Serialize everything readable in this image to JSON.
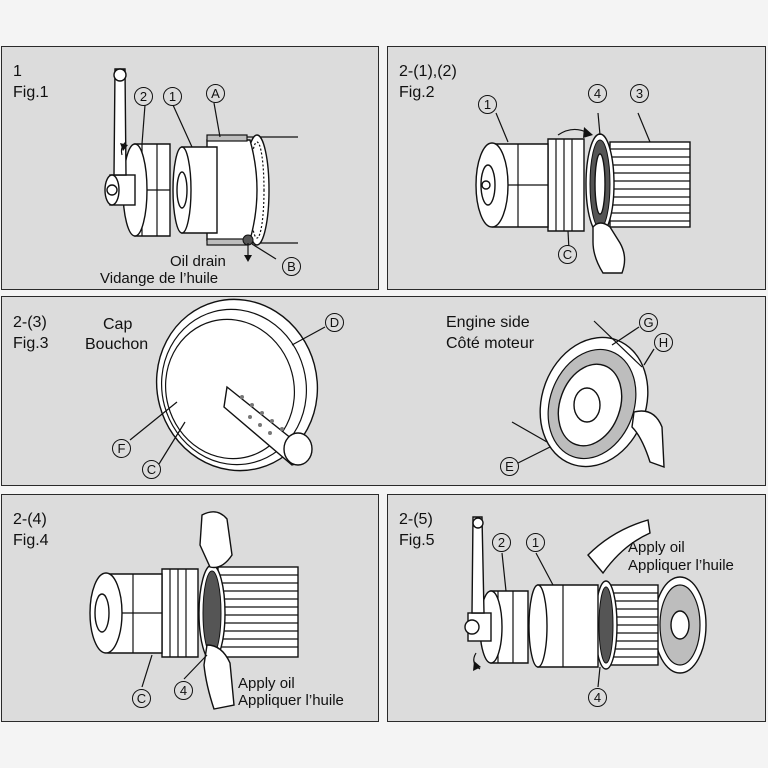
{
  "panels": {
    "p1": {
      "step": "1",
      "fig": "Fig.1",
      "markers": [
        "2",
        "1",
        "A",
        "B"
      ],
      "caption": [
        "Oil drain",
        "Vidange de l’huile"
      ]
    },
    "p2": {
      "step": "2-(1),(2)",
      "fig": "Fig.2",
      "markers": [
        "1",
        "4",
        "3",
        "C"
      ]
    },
    "p3": {
      "step": "2-(3)",
      "fig": "Fig.3",
      "cap_label": [
        "Cap",
        "Bouchon"
      ],
      "engine_label": [
        "Engine side",
        "Côté moteur"
      ],
      "markers": [
        "D",
        "F",
        "C",
        "G",
        "H",
        "E"
      ]
    },
    "p4": {
      "step": "2-(4)",
      "fig": "Fig.4",
      "markers": [
        "C",
        "4"
      ],
      "caption": [
        "Apply oil",
        "Appliquer l’huile"
      ]
    },
    "p5": {
      "step": "2-(5)",
      "fig": "Fig.5",
      "markers": [
        "2",
        "1",
        "4"
      ],
      "caption": [
        "Apply oil",
        "Appliquer l’huile"
      ]
    }
  }
}
